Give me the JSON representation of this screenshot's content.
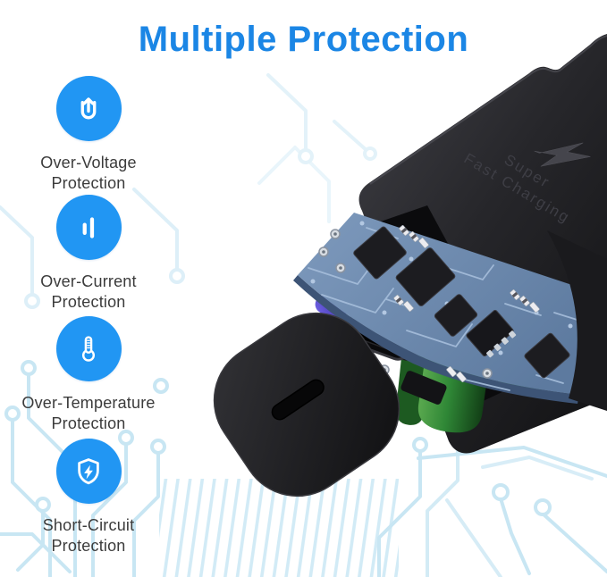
{
  "title": {
    "text": "Multiple Protection"
  },
  "features": [
    {
      "icon": "voltage-arrow-up-icon",
      "label_line1": "Over-Voltage",
      "label_line2": "Protection"
    },
    {
      "icon": "current-bars-icon",
      "label_line1": "Over-Current",
      "label_line2": "Protection"
    },
    {
      "icon": "thermometer-icon",
      "label_line1": "Over-Temperature",
      "label_line2": "Protection"
    },
    {
      "icon": "shield-lightning-icon",
      "label_line1": "Short-Circuit",
      "label_line2": "Protection"
    }
  ],
  "charger": {
    "engraving": {
      "line1": "Super",
      "line2": "Fast Charging"
    },
    "logo_icon": "lightning-bolt-icon"
  },
  "colors": {
    "title_blue": "#1b86e5",
    "icon_circle_blue": "#2196f3",
    "label_text": "#3b3b3b",
    "background_trace_blue": "#c9e6f4",
    "pcb_blue": "#6e8bb0",
    "capacitor_green": "#2f8736",
    "charger_body_black": "#232327"
  }
}
